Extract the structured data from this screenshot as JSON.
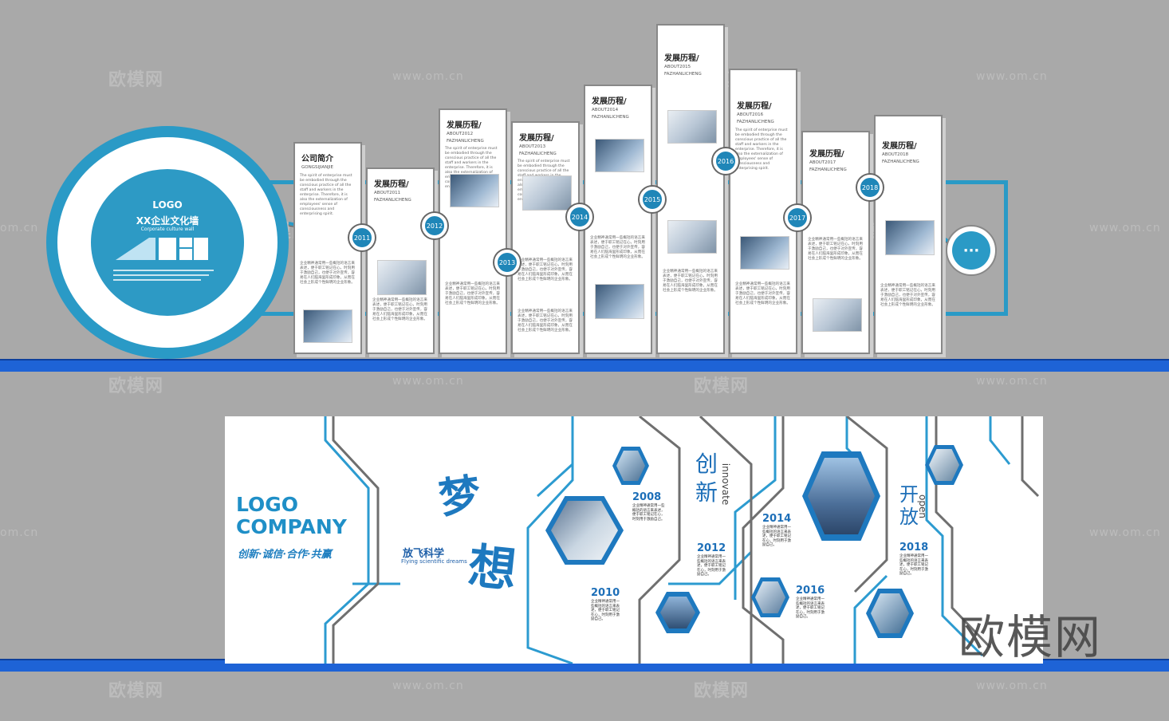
{
  "watermark": {
    "logo": "欧模网",
    "url": "www.om.cn",
    "edge_url": "om.cn",
    "big": "欧模网"
  },
  "top_wall": {
    "logo_label": "LOGO",
    "culture_title": "XX企业文化墙",
    "culture_sub": "Corporate culture wall",
    "more_button": "···",
    "intro_panel": {
      "title": "公司简介",
      "subtitle": "GONGSIJIANJIE",
      "body": "The spirit of enterprise must be embodied through the conscious practice of all the staff and workers in the enterprise. Therefore, it is also the externalization of employees' sense of consciousness and enterprising spirit."
    },
    "panels": [
      {
        "title": "发展历程/",
        "about": "ABOUT2011",
        "pinyin": "FAZHANLICHENG"
      },
      {
        "title": "发展历程/",
        "about": "ABOUT2012",
        "pinyin": "FAZHANLICHENG"
      },
      {
        "title": "发展历程/",
        "about": "ABOUT2013",
        "pinyin": "FAZHANLICHENG"
      },
      {
        "title": "发展历程/",
        "about": "ABOUT2014",
        "pinyin": "FAZHANLICHENG"
      },
      {
        "title": "发展历程/",
        "about": "ABOUT2015",
        "pinyin": "FAZHANLICHENG"
      },
      {
        "title": "发展历程/",
        "about": "ABOUT2016",
        "pinyin": "FAZHANLICHENG"
      },
      {
        "title": "发展历程/",
        "about": "ABOUT2017",
        "pinyin": "FAZHANLICHENG"
      },
      {
        "title": "发展历程/",
        "about": "ABOUT2018",
        "pinyin": "FAZHANLICHENG"
      }
    ],
    "timeline_years": [
      "2011",
      "2012",
      "2013",
      "2014",
      "2015",
      "2016",
      "2017",
      "2018"
    ],
    "body_text": "企业精神通常用一些概括的语言来表述，便于职工铭记在心，时刻用于激励自己，也便于对外宣传，容易在人们脑海里形成印象，从而在社会上形成个性鲜明的企业形象。"
  },
  "bottom_wall": {
    "logo": "LOGO",
    "company": "COMPANY",
    "slogan": "创新·诚信·合作·共赢",
    "dream_1": "梦",
    "dream_2": "想",
    "fly": "放飞科学",
    "fly_en": "Flying scientific dreams",
    "innovate_cn_1": "创",
    "innovate_cn_2": "新",
    "innovate_en": "innovate",
    "open_cn_1": "开",
    "open_cn_2": "放",
    "open_en": "open",
    "years": [
      "2008",
      "2010",
      "2012",
      "2014",
      "2016",
      "2018"
    ],
    "mini_text": "企业精神通常用一些概括的语言来表述，便于职工铭记在心，时刻用于激励自己。"
  },
  "colors": {
    "accent_blue": "#2a9ac6",
    "base_blue": "#1e63d6",
    "text_blue": "#1d6fb8",
    "background": "#a9a9a9"
  }
}
